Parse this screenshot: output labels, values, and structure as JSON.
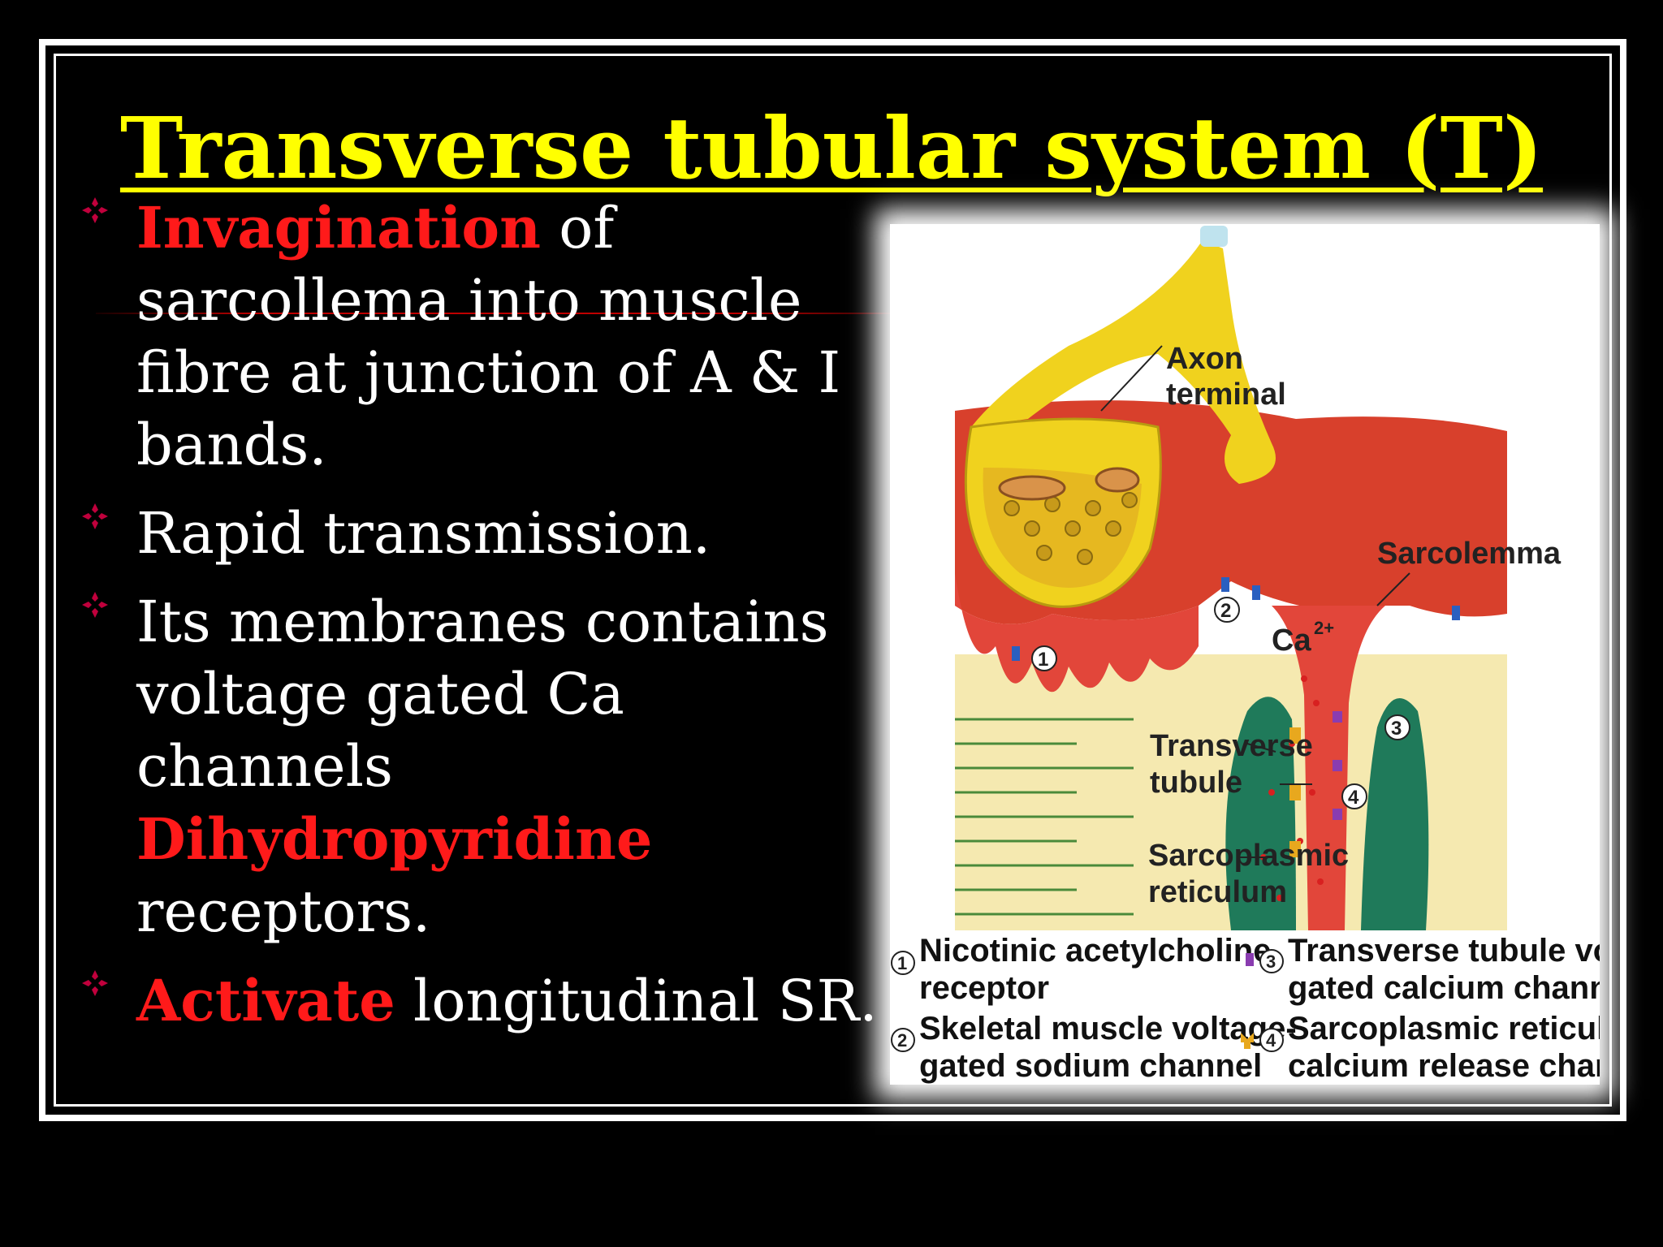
{
  "slide": {
    "title": "Transverse tubular system (T)",
    "bullets": [
      {
        "lead": "Invagination",
        "rest": " of sarcollema into muscle fibre at junction of A & I bands."
      },
      {
        "text": "Rapid transmission."
      },
      {
        "text": "Its membranes contains voltage gated Ca channels ",
        "emph": "Dihydropyridine",
        "tail": " receptors."
      },
      {
        "lead": "Activate",
        "rest": " longitudinal SR."
      }
    ]
  },
  "figure": {
    "labels": {
      "axon_terminal_1": "Axon",
      "axon_terminal_2": "terminal",
      "sarcolemma": "Sarcolemma",
      "calcium": "Ca",
      "calcium_sup": "2+",
      "transverse_tubule_1": "Transverse",
      "transverse_tubule_2": "tubule",
      "sr_1": "Sarcoplasmic",
      "sr_2": "reticulum",
      "num1": "1",
      "num2": "2",
      "num3": "3",
      "num4": "4"
    },
    "legend": [
      {
        "num": "1",
        "line1": "Nicotinic acetylcholine",
        "line2": "receptor"
      },
      {
        "num": "2",
        "line1": "Skeletal muscle voltage-",
        "line2": "gated sodium channel"
      },
      {
        "num": "3",
        "line1": "Transverse tubule voltage",
        "line2": "gated calcium channel"
      },
      {
        "num": "4",
        "line1": "Sarcoplasmic reticulum",
        "line2": "calcium release channel"
      }
    ]
  },
  "colors": {
    "title": "#ffff00",
    "emphasis": "#ff1a1a",
    "text": "#ffffff",
    "background": "#000000"
  }
}
